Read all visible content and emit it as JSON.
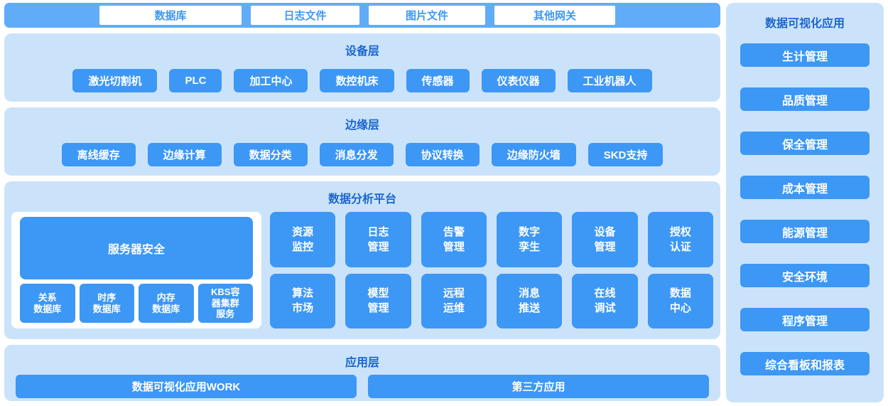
{
  "colors": {
    "bar_blue": "#61acf9",
    "section_bg": "#cbe3fa",
    "button_blue": "#3d97f5",
    "title_blue": "#1b66cc",
    "box_text_blue": "#3d97f5",
    "white": "#ffffff"
  },
  "top_bar": {
    "items": [
      "数据库",
      "日志文件",
      "图片文件",
      "其他网关"
    ]
  },
  "device_layer": {
    "title": "设备层",
    "items": [
      "激光切割机",
      "PLC",
      "加工中心",
      "数控机床",
      "传感器",
      "仪表仪器",
      "工业机器人"
    ]
  },
  "edge_layer": {
    "title": "边缘层",
    "items": [
      "离线缓存",
      "边缘计算",
      "数据分类",
      "消息分发",
      "协议转换",
      "边缘防火墙",
      "SKD支持"
    ]
  },
  "platform": {
    "title": "数据分析平台",
    "server_box": "服务器安全",
    "db_boxes": [
      "关系\n数据库",
      "时序\n数据库",
      "内存\n数据库",
      "KBS容\n器集群\n服务"
    ],
    "grid_row1": [
      "资源\n监控",
      "日志\n管理",
      "告警\n管理",
      "数字\n孪生",
      "设备\n管理",
      "授权\n认证"
    ],
    "grid_row2": [
      "算法\n市场",
      "模型\n管理",
      "远程\n运维",
      "消息\n推送",
      "在线\n调试",
      "数据\n中心"
    ]
  },
  "app_layer": {
    "title": "应用层",
    "items": [
      "数据可视化应用WORK",
      "第三方应用"
    ]
  },
  "sidebar": {
    "title": "数据可视化应用",
    "items": [
      "生计管理",
      "品质管理",
      "保全管理",
      "成本管理",
      "能源管理",
      "安全环境",
      "程序管理",
      "综合看板和报表"
    ]
  }
}
